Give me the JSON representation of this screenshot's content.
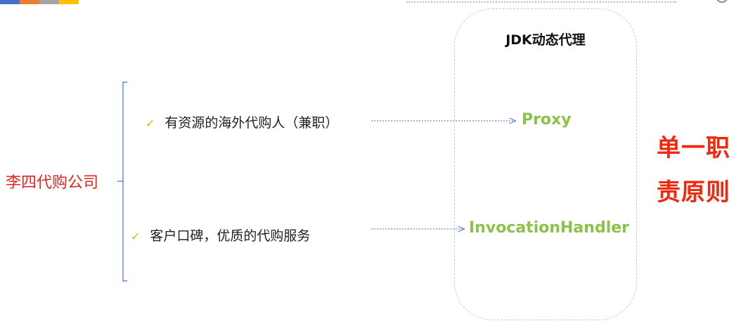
{
  "colors": {
    "accent_bars": [
      "#4472c4",
      "#ed7d31",
      "#a5a5a5",
      "#ffc000"
    ],
    "company_text": "#e3261f",
    "target_text": "#8bc34a",
    "principle_text": "#f0280e",
    "check_mark": "#f0b400",
    "connector": "#4472c4"
  },
  "box": {
    "title": "JDK动态代理"
  },
  "left": {
    "company": "李四代购公司"
  },
  "items": [
    {
      "check": "✓",
      "label": "有资源的海外代购人（兼职）"
    },
    {
      "check": "✓",
      "label": "客户口碑，优质的代购服务"
    }
  ],
  "targets": [
    "Proxy",
    "InvocationHandler"
  ],
  "principle": {
    "line1": "单一职",
    "line2": "责原则"
  }
}
